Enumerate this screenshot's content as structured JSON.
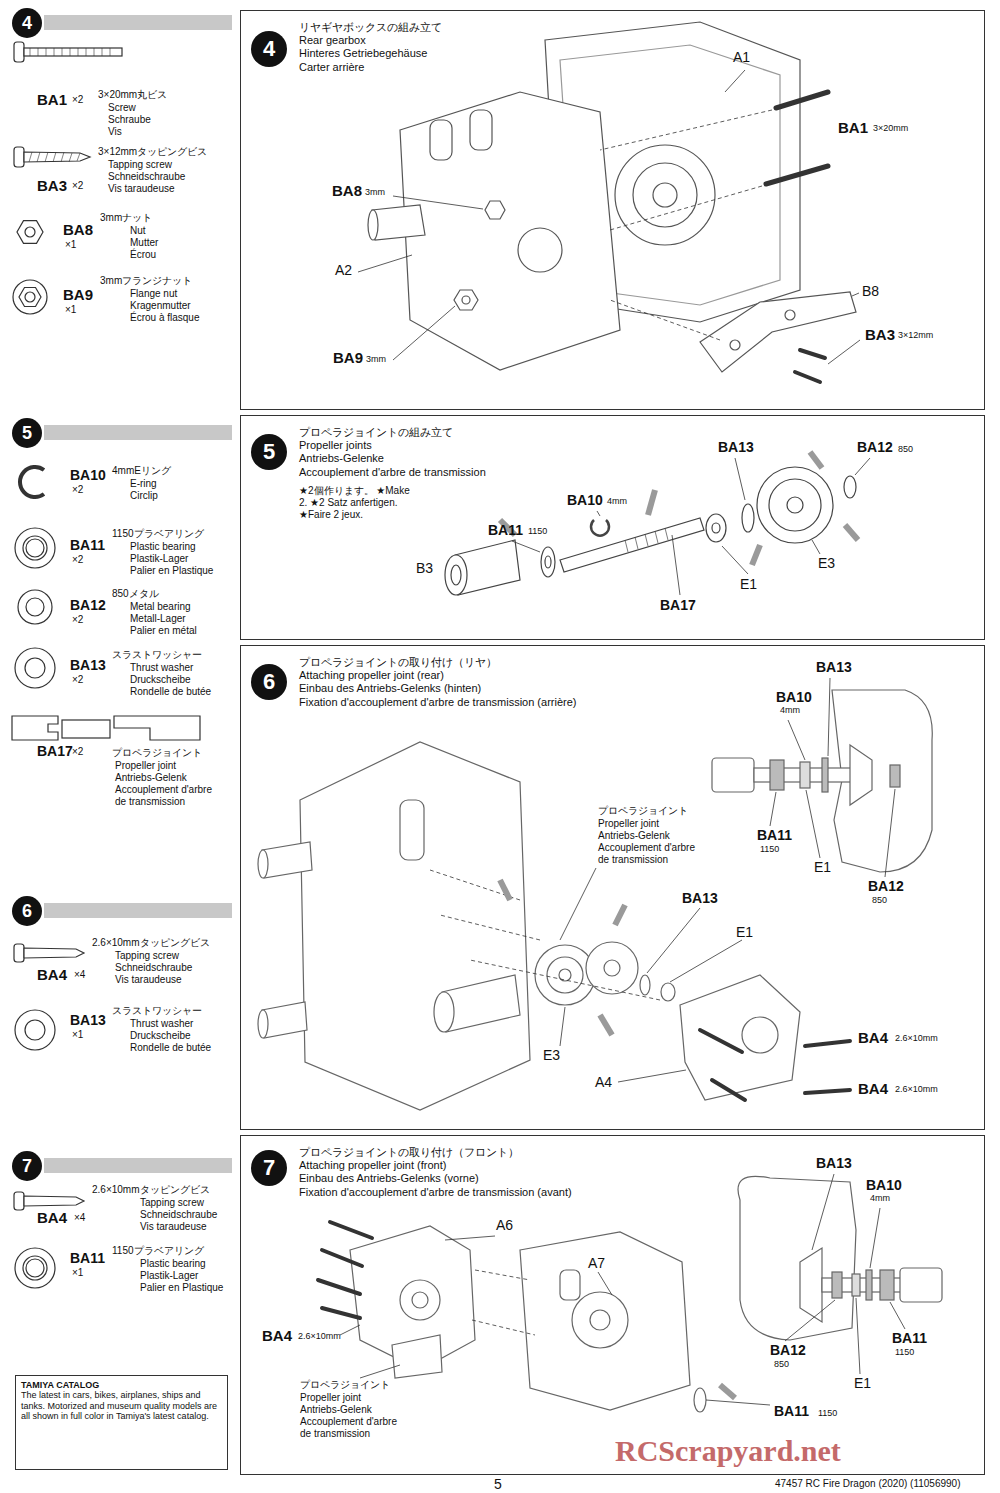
{
  "diagram": {
    "nodes": [
      {
        "text": [
          "4"
        ]
      },
      {
        "text": [
          "リヤギヤボックスの組み立て",
          "Rear gearbox",
          "Hinteres Getriebegehäuse",
          "Carter arrière"
        ]
      },
      {
        "text": [
          "4"
        ],
        "in": 1
      },
      {
        "text": [
          "5"
        ]
      },
      {
        "text": [
          "プロペラジョイントの組み立て",
          "Propeller joints",
          "Antriebs-Gelenke",
          "Accouplement d'arbre de transmission",
          "★2個作ります。 ★Make 2. ★2 Satz anfertigen. ★Faire 2 jeux."
        ]
      },
      {
        "text": [
          "5"
        ],
        "in": 4
      },
      {
        "text": [
          "6"
        ]
      },
      {
        "text": [
          "プロペラジョイントの取り付け（リヤ）",
          "Attaching propeller joint (rear)",
          "Einbau des Antriebs-Gelenks (hinten)",
          "Fixation d'accouplement d'arbre de transmission (arrière)"
        ]
      },
      {
        "text": [
          "6"
        ],
        "in": 7
      },
      {
        "text": [
          "7"
        ]
      },
      {
        "text": [
          "プロペラジョイントの取り付け（フロント）",
          "Attaching propeller joint (front)",
          "Einbau des Antriebs-Gelenks (vorne)",
          "Fixation d'accouplement d'arbre de transmission (avant)"
        ]
      },
      {
        "text": [
          "7"
        ],
        "in": 10
      },
      {
        "text": [
          "TAMIYA CATALOG",
          "The latest in cars, bikes, airplanes, ships and tanks. Motorized and museum quality models are all shown in full color in Tamiya's latest catalog."
        ]
      }
    ],
    "labels": [
      "BA1",
      "×2",
      "3×20mm丸ビス",
      "Screw",
      "Schraube",
      "Vis",
      "3×12mmタッピングビス",
      "Tapping screw",
      "Schneidschraube",
      "Vis taraudeuse",
      "BA3",
      "×2",
      "BA8",
      "×1",
      "3mmナット",
      "Nut",
      "Mutter",
      "Écrou",
      "BA9",
      "×1",
      "3mmフランジナット",
      "Flange nut",
      "Kragenmutter",
      "Écrou à flasque",
      "A1",
      "BA1",
      "3×20mm",
      "BA8",
      "3mm",
      "A2",
      "B8",
      "BA3",
      "3×12mm",
      "BA9",
      "3mm",
      "BA10",
      "×2",
      "4mmEリング",
      "E-ring",
      "Circlip",
      "BA11",
      "×2",
      "1150プラベアリング",
      "Plastic bearing",
      "Plastik-Lager",
      "Palier en Plastique",
      "BA12",
      "×2",
      "850メタル",
      "Metal bearing",
      "Metall-Lager",
      "Palier en métal",
      "BA13",
      "×2",
      "スラストワッシャー",
      "Thrust washer",
      "Druckscheibe",
      "Rondelle de butée",
      "BA17",
      "×2",
      "プロペラジョイント",
      "Propeller joint",
      "Antriebs-Gelenk",
      "Accouplement d'arbre",
      "de transmission",
      "BA13",
      "BA12",
      "850",
      "BA10",
      "4mm",
      "BA11",
      "1150",
      "B3",
      "E3",
      "E1",
      "BA17",
      "2.6×10mmタッピングビス",
      "Tapping screw",
      "Schneidschraube",
      "Vis taraudeuse",
      "BA4",
      "×4",
      "BA13",
      "×1",
      "スラストワッシャー",
      "Thrust washer",
      "Druckscheibe",
      "Rondelle de butée",
      "BA13",
      "BA10",
      "4mm",
      "プロペラジョイント",
      "Propeller joint",
      "Antriebs-Gelenk",
      "Accouplement d'arbre",
      "de transmission",
      "BA11",
      "1150",
      "E1",
      "BA12",
      "850",
      "BA13",
      "E1",
      "BA4",
      "2.6×10mm",
      "E3",
      "A4",
      "BA4",
      "2.6×10mm",
      "2.6×10mmタッピングビス",
      "Tapping screw",
      "Schneidschraube",
      "Vis taraudeuse",
      "BA4",
      "×4",
      "BA11",
      "×1",
      "1150プラベアリング",
      "Plastic bearing",
      "Plastik-Lager",
      "Palier en Plastique",
      "BA13",
      "BA10",
      "4mm",
      "A6",
      "A7",
      "BA4",
      "2.6×10mm",
      "BA12",
      "BA11",
      "1150",
      "850",
      "E1",
      "プロペラジョイント",
      "Propeller joint",
      "Antriebs-Gelenk",
      "Accouplement d'arbre",
      "de transmission",
      "BA11",
      "1150",
      "RCScrapyard.net",
      "5",
      "47457 RC Fire Dragon (2020) (11056990)"
    ]
  }
}
